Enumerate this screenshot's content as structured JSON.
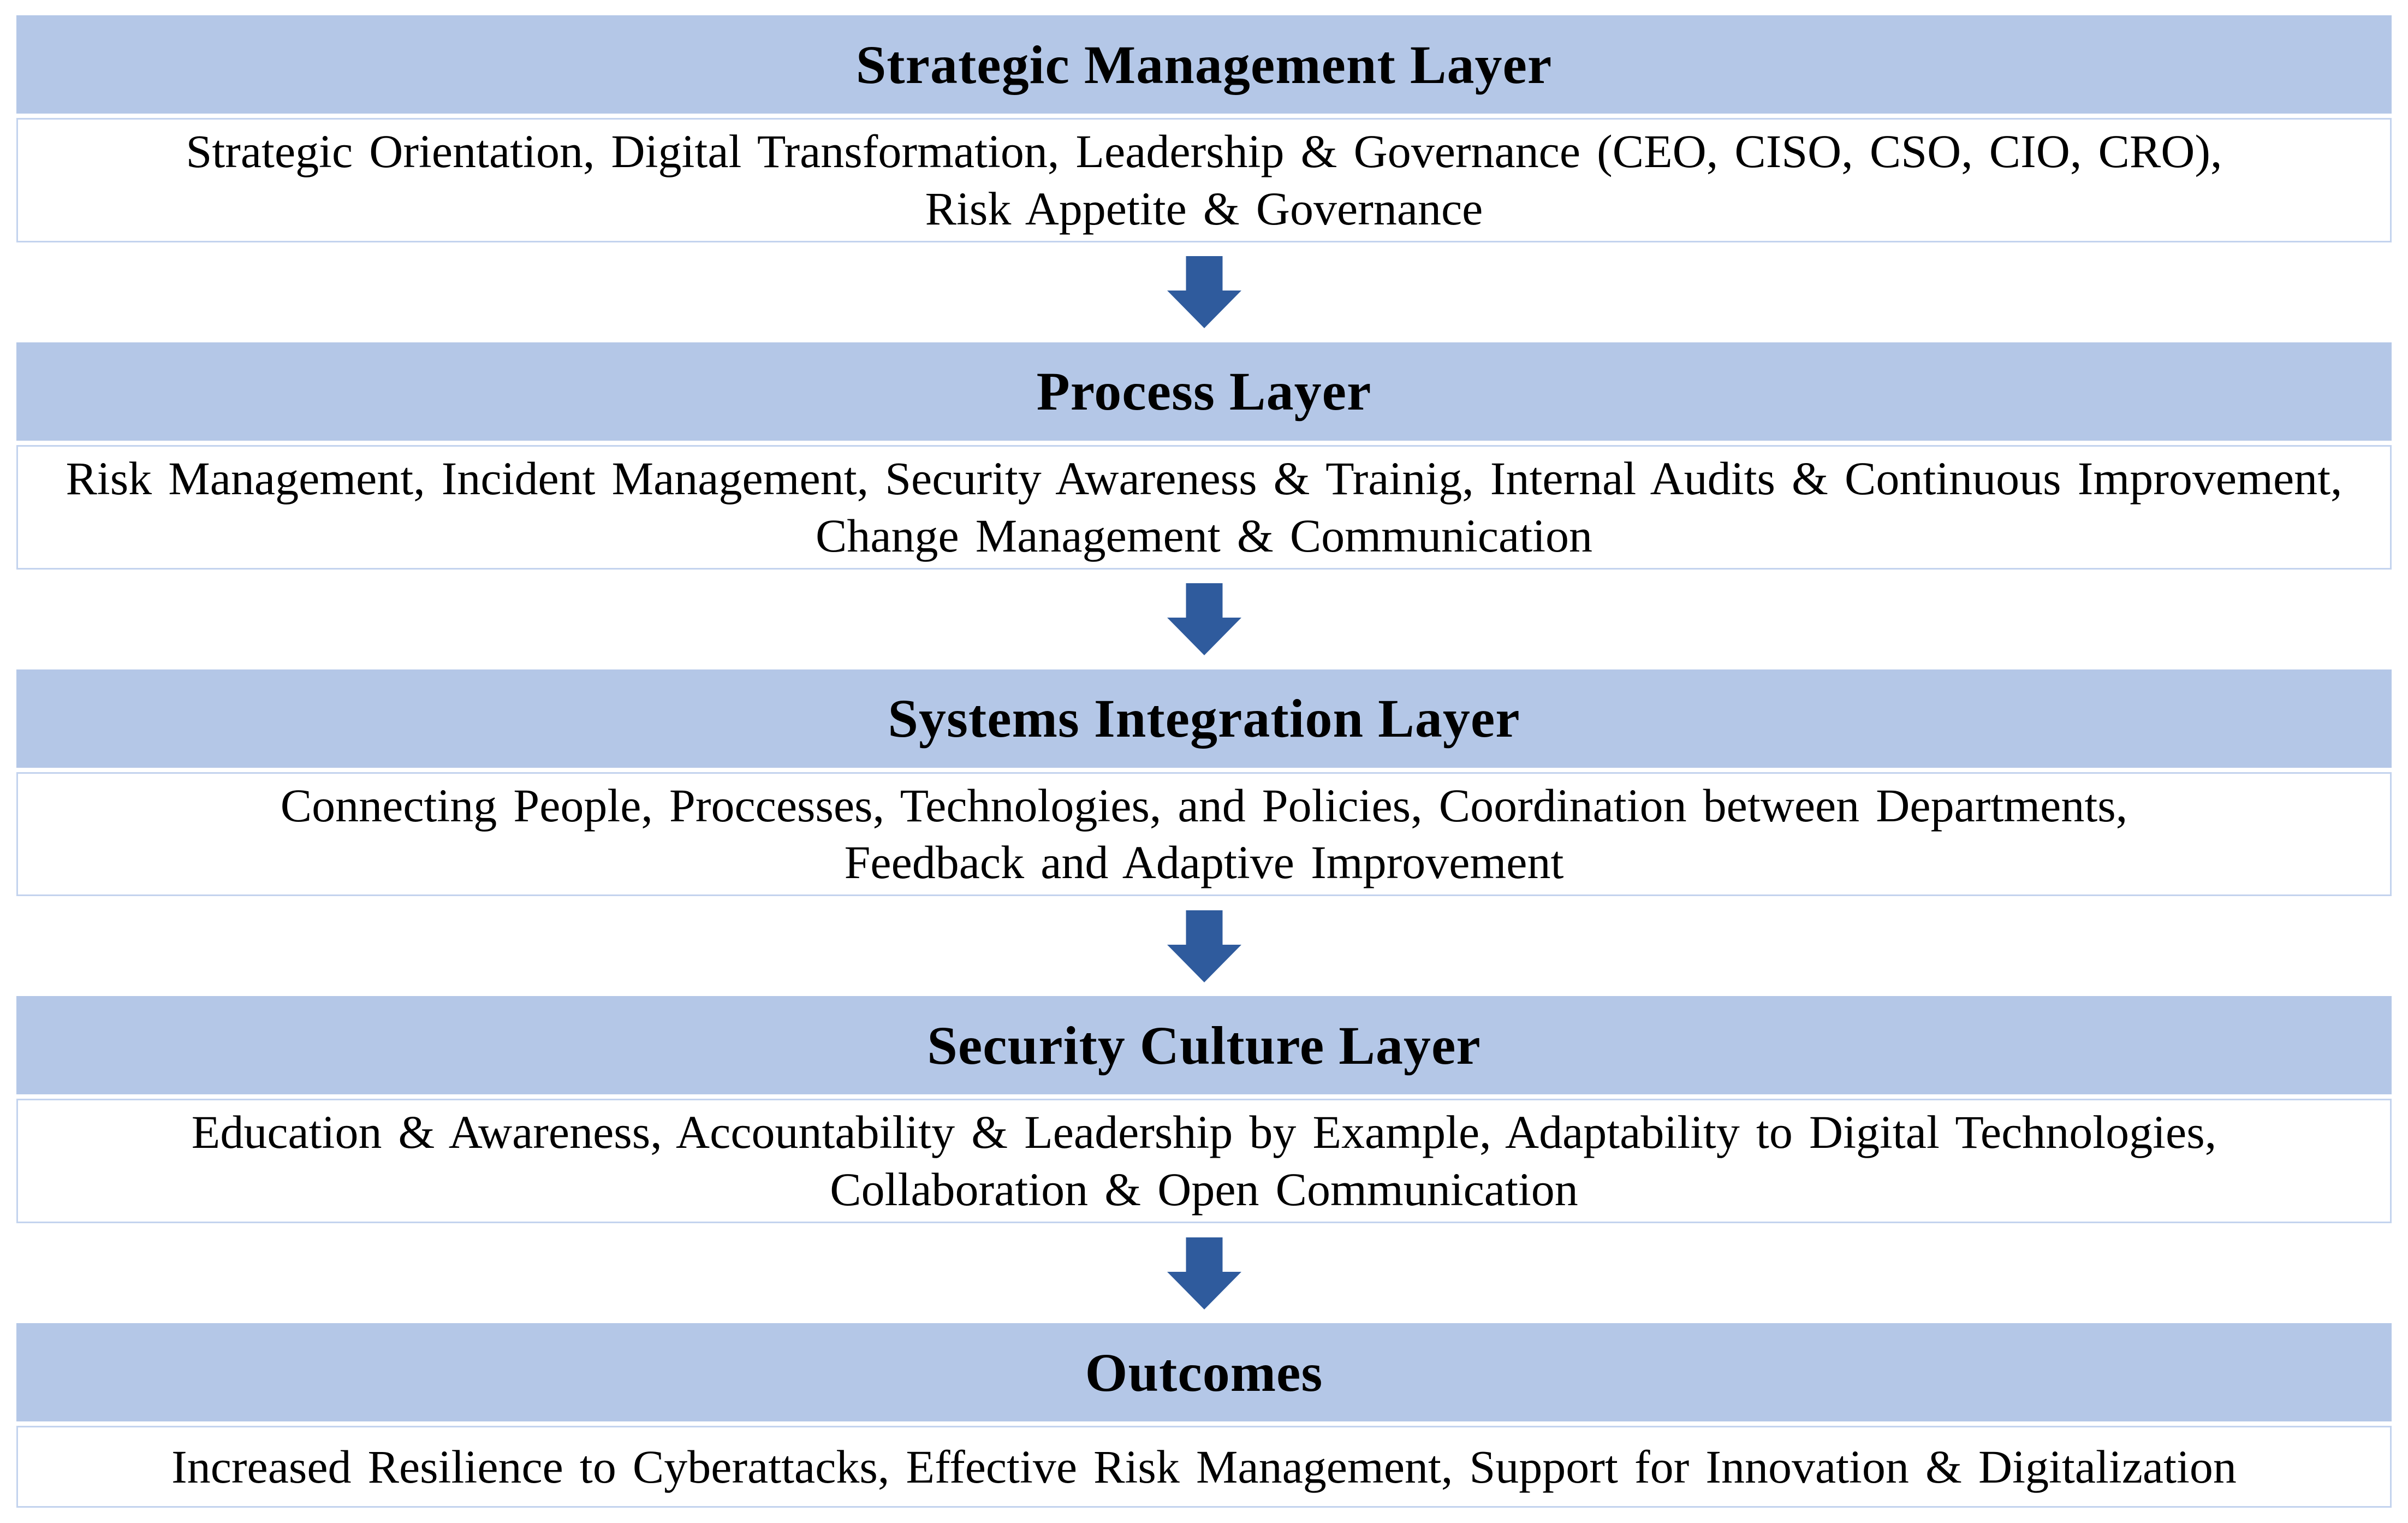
{
  "diagram_title": "Cybersecurity Management Layers Diagram",
  "colors": {
    "header_bg": "#b4c7e7",
    "box_border": "#c3d3ee",
    "arrow": "#2f5b9d",
    "text": "#000000"
  },
  "icons": {
    "down_arrow": "thick solid blue downward block arrow"
  },
  "layers": [
    {
      "title": "Strategic Management Layer",
      "description": "Strategic Orientation, Digital Transformation, Leadership & Governance (CEO, CISO, CSO, CIO, CRO),\nRisk Appetite & Governance"
    },
    {
      "title": "Process Layer",
      "description": "Risk Management, Incident Management, Security Awareness & Trainig, Internal Audits & Continuous Improvement,\nChange Management & Communication"
    },
    {
      "title": "Systems Integration Layer",
      "description": "Connecting People, Proccesses, Technologies, and Policies, Coordination between Departments,\nFeedback and Adaptive Improvement"
    },
    {
      "title": "Security Culture Layer",
      "description": "Education & Awareness, Accountability & Leadership by Example, Adaptability to Digital Technologies,\nCollaboration & Open Communication"
    },
    {
      "title": "Outcomes",
      "description": "Increased Resilience to Cyberattacks, Effective Risk Management, Support for Innovation & Digitalization"
    }
  ]
}
